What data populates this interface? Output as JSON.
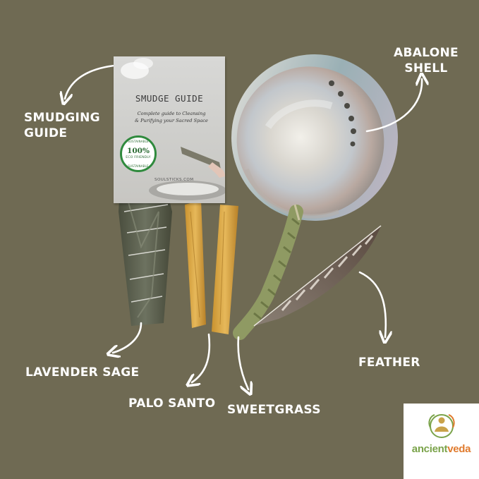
{
  "labels": {
    "smudging_guide_line1": "SMUDGING",
    "smudging_guide_line2": "GUIDE",
    "abalone_line1": "ABALONE",
    "abalone_line2": "SHELL",
    "lavender_sage": "LAVENDER SAGE",
    "palo_santo": "PALO SANTO",
    "sweetgrass": "SWEETGRASS",
    "feather": "FEATHER"
  },
  "guide": {
    "title": "SMUDGE GUIDE",
    "subtitle_line1": "Complete guide to Cleansing",
    "subtitle_line2": "& Purifying your Sacred Space",
    "seal_big": "100%",
    "seal_small": "ECO FRIENDLY",
    "seal_ring": "SUSTAINABLE",
    "seal_ring_bottom": "SUSTAINABLE",
    "footer": "SOULSTICKS.COM"
  },
  "logo": {
    "part1": "ancient",
    "part2": "veda"
  },
  "colors": {
    "background": "#6f6a53",
    "label_text": "#ffffff",
    "seal_green": "#2f8a3d",
    "logo_green": "#7aa34a",
    "logo_orange": "#e07b2e"
  },
  "icons": [
    "curved-arrow-icon",
    "eco-seal-icon",
    "buddha-logo-icon"
  ]
}
